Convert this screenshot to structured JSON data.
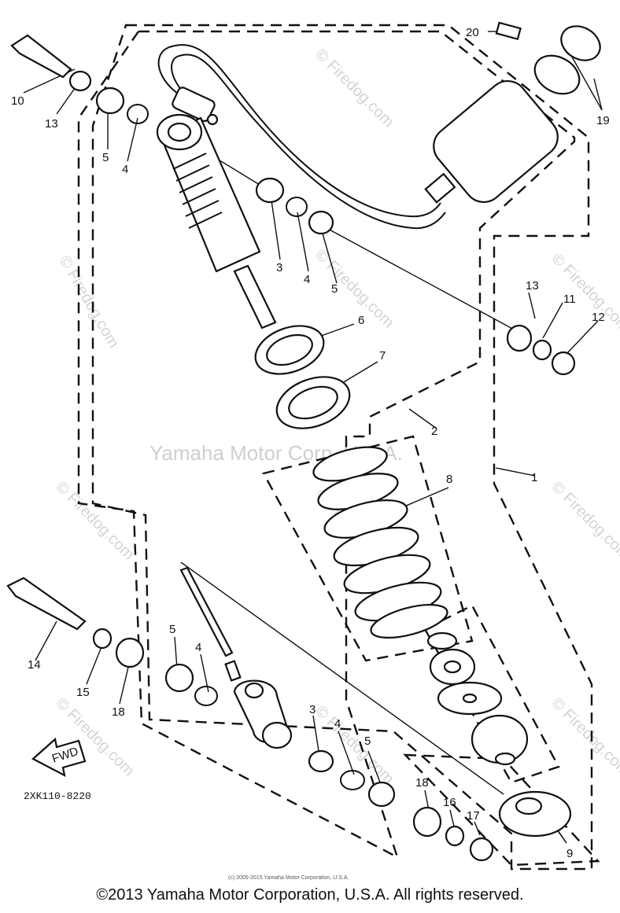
{
  "diagram": {
    "callouts": {
      "c1": "1",
      "c2": "2",
      "c3a": "3",
      "c3b": "3",
      "c4a": "4",
      "c4b": "4",
      "c4c": "4",
      "c4d": "4",
      "c5a": "5",
      "c5b": "5",
      "c5c": "5",
      "c5d": "5",
      "c6": "6",
      "c7": "7",
      "c8": "8",
      "c9": "9",
      "c10": "10",
      "c11": "11",
      "c12": "12",
      "c13a": "13",
      "c13b": "13",
      "c14": "14",
      "c15": "15",
      "c16": "16",
      "c17": "17",
      "c18a": "18",
      "c18b": "18",
      "c19": "19",
      "c20": "20"
    },
    "fwd_label": "FWD",
    "diagram_code": "2XK110-8220",
    "watermark_main": "Yamaha Motor Corp. U.S.A.",
    "watermark_site": "© Firedog.com",
    "fine_print": "(c) 2005-2015 Yamaha Motor Corporation, U.S.A."
  },
  "footer": {
    "copyright": "©2013 Yamaha Motor Corporation, U.S.A. All rights reserved."
  }
}
